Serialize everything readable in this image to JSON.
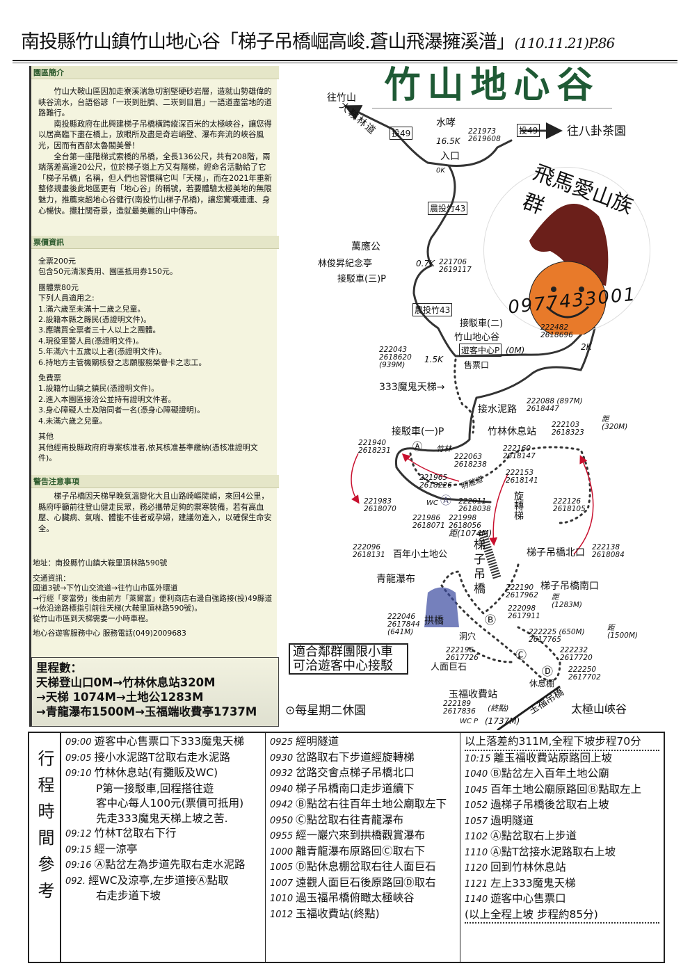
{
  "header": {
    "title": "南投縣竹山鎮竹山地心谷「梯子吊橋崛高峻.蒼山飛瀑擁溪潽」",
    "date": "(110.11.21)",
    "page": "P.86"
  },
  "intro": {
    "heading": "園區簡介",
    "paragraphs": [
      "竹山大鞍山區因加走寮溪湍急切割堅硬砂岩層，造就山勢雄偉的峽谷流水，台語俗諺「一崁到肚臍、二崁到目眉」一語道盡當地的道路難行。",
      "南投縣政府在此興建梯子吊橋橫跨縱深百米的太極峽谷，讓您得以居高臨下盡在橋上，放眼所及盡是奇岩峭壁、瀑布奔流的峽谷風光，因而有西部太魯閣美譽！",
      "全台第一座階梯式索橋的吊橋，全長136公尺，共有208階，兩端落差高達20公尺，位於梯子嶺上方又有階梯，經命名活動給了它「梯子吊橋」名稱，但人們也習慣稱它叫「天梯」，而在2021年重新整修規畫後此地區更有「地心谷」的稱號，若要體驗太極美地的無限魅力，推薦來趟地心谷健行(南投竹山梯子吊橋)，讓您驚嘆連連、身心暢快。攬壯闊奇景，造就最美麗的山中傳奇。"
    ]
  },
  "tickets": {
    "heading": "票價資訊",
    "full": [
      "全票200元",
      "包含50元清潔費用、園區抵用券150元。"
    ],
    "group_title": "團體票80元",
    "group_intro": "下列人員適用之:",
    "group_items": [
      "1.滿六歲至未滿十二歲之兒童。",
      "2.設籍本縣之縣民(憑證明文件)。",
      "3.應購買全票者三十人以上之團體。",
      "4.現役軍警人員(憑證明文件)。",
      "5.年滿六十五歲以上者(憑證明文件)。",
      "6.持地方主管機關核發之志願服務榮譽卡之志工。"
    ],
    "free_title": "免費票",
    "free_items": [
      "1.設籍竹山鎮之鎮民(憑證明文件)。",
      "2.進入本園區接洽公並持有證明文件者。",
      "3.身心障礙人士及陪同者一名(憑身心障礙證明)。",
      "4.未滿六歲之兒童。"
    ],
    "other_title": "其他",
    "other_text": "其他經南投縣政府府專案核准者,依其核准基準繳納(憑核准證明文件)。"
  },
  "warning": {
    "heading": "警告注意事項",
    "text": "梯子吊橋因天梯早晚氣溫變化大且山路崎嶇陡峭，來回4公里，縣府呼籲前往登山健走民眾，務必攜帶足夠的禦寒裝備，若有高血壓、心臟病、氣喘、體能不佳者或孕婦，建議勿進入，以確保生命安全。"
  },
  "info": {
    "address": "地址：南投縣竹山鎮大鞍里頂林路590號",
    "traffic_title": "交通資訊：",
    "traffic": [
      "國道3號→下竹山交流道→往竹山市區外環道",
      "→行經「麥當勞」後由前方「萊爾富」便利商店右邊自強路接(投)49縣道→依沿途路標指引前往天梯(大鞍里頂林路590號)。",
      "從竹山市區到天梯需要一小時車程。"
    ],
    "service": "地心谷遊客服務中心 服務電話(049)2009683"
  },
  "mileage": {
    "title": "里程數：",
    "lines": [
      "天梯登山口0M→竹林休息站320M",
      "→天梯 1074M→土地公1283M",
      "→青龍瀑布1500M→玉福端收費亭1737M"
    ]
  },
  "map": {
    "title": "竹山地心谷",
    "logo_text": "飛馬愛山族群",
    "phone": "0977433001",
    "note": [
      "適合鄰群團限小車",
      "可洽遊客中心接駁"
    ],
    "closed": "⊙每星期二休園",
    "labels": [
      "往竹山",
      "大鞍林道",
      "投49",
      "水哮",
      "221973\n2619608",
      "16.5K",
      "入口",
      "0K",
      "投49",
      "往八卦茶園",
      "農投竹43",
      "萬應公",
      "林俊昇紀念亭",
      "接駁車(三)P",
      "0.7K",
      "221706\n2619117",
      "農投竹43",
      "接駁車(二)",
      "竹山地心谷",
      "遊客中心P",
      "(0M)",
      "售票口",
      "1.5K",
      "222043\n2618620\n(939M)",
      "222482\n2618696",
      "2K",
      "333魔鬼天梯→",
      "接水泥路",
      "222088 (897M)\n2618447",
      "接駁車(一)P",
      "竹林休息站",
      "222103\n2618323",
      "距\n(320M)",
      "221940\n2618231",
      "Ⓐ",
      "竹林",
      "222063\n2618238",
      "221965\n2618226",
      "明隧道",
      "222160\n2618147",
      "222153\n2618141",
      "221983\n2618070",
      "WC",
      "222011\n2618038",
      "221986\n2618071",
      "221998\n2618056",
      "旋轉梯",
      "222126\n2618105",
      "距(1074M)",
      "梯子吊橋",
      "梯子吊橋北口",
      "222138\n2618084",
      "222096\n2618131",
      "百年小土地公",
      "青龍瀑布",
      "222190\n2617962",
      "梯子吊橋南口",
      "距\n(1283M)",
      "222098\n2617911",
      "222046\n2617844\n(641M)",
      "拱橋",
      "洞穴",
      "222225 (650M)\n2617765",
      "距\n(1500M)",
      "222196\n2617726",
      "人面巨石",
      "222232\n2617720",
      "休息棚",
      "222250\n2617702",
      "玉福吊橋",
      "太極山峽谷",
      "玉福收費站",
      "(終點)",
      "222189\n2617836",
      "WC P",
      "(1737M)",
      "Ⓑ",
      "Ⓒ",
      "Ⓓ",
      "Ⓐ"
    ]
  },
  "schedule": {
    "heading": "行程時間參考",
    "col1": [
      {
        "t": "09:00",
        "d": "遊客中心售票口下333魔鬼天梯"
      },
      {
        "t": "09:05",
        "d": "接小水泥路T岔取右走水泥路"
      },
      {
        "t": "09:10",
        "d": "竹林休息站(有攤販及WC)"
      },
      {
        "t": "",
        "d": "P第一接駁車,回程搭往遊"
      },
      {
        "t": "",
        "d": "客中心每人100元(票價可抵用)"
      },
      {
        "t": "",
        "d": "先走333魔鬼天梯上坡之苦."
      },
      {
        "t": "09:12",
        "d": "竹林T岔取右下行"
      },
      {
        "t": "09:15",
        "d": "經一涼亭"
      },
      {
        "t": "09:16",
        "d": "Ⓐ點岔左為步道先取右走水泥路"
      },
      {
        "t": "092.",
        "d": "經WC及涼亭,左步道接Ⓐ點取"
      },
      {
        "t": "",
        "d": "右走步道下坡"
      }
    ],
    "col2": [
      {
        "t": "0925",
        "d": "經明隧道"
      },
      {
        "t": "0930",
        "d": "岔路取右下步道經旋轉梯"
      },
      {
        "t": "0932",
        "d": "岔路交會点梯子吊橋北口"
      },
      {
        "t": "0940",
        "d": "梯子吊橋南口走步道續下"
      },
      {
        "t": "0942",
        "d": "Ⓑ點岔右往百年土地公廟取左下"
      },
      {
        "t": "0950",
        "d": "Ⓒ點岔取右往青龍瀑布"
      },
      {
        "t": "0955",
        "d": "經一巖穴來到拱橋觀賞瀑布"
      },
      {
        "t": "1000",
        "d": "離青龍瀑布原路回Ⓒ取右下"
      },
      {
        "t": "1005",
        "d": "Ⓓ點休息棚岔取右往人面巨石"
      },
      {
        "t": "1007",
        "d": "遠觀人面巨石後原路回Ⓓ取右"
      },
      {
        "t": "1010",
        "d": "過玉福吊橋俯瞰太極峽谷"
      },
      {
        "t": "1012",
        "d": "玉福收費站(終點)"
      }
    ],
    "col3_head": "以上落差約311M,全程下坡步程70分",
    "col3": [
      {
        "t": "10:15",
        "d": "離玉福收費站原路回上坡"
      },
      {
        "t": "1040",
        "d": "Ⓑ點岔左入百年土地公廟"
      },
      {
        "t": "1045",
        "d": "百年土地公廟原路回Ⓑ點取左上"
      },
      {
        "t": "1052",
        "d": "過梯子吊橋後岔取右上坡"
      },
      {
        "t": "1057",
        "d": "過明隧道"
      },
      {
        "t": "1102",
        "d": "Ⓐ點岔取右上步道"
      },
      {
        "t": "1110",
        "d": "Ⓐ點T岔接水泥路取右上坡"
      },
      {
        "t": "1120",
        "d": "回到竹林休息站"
      },
      {
        "t": "1121",
        "d": "左上333魔鬼天梯"
      },
      {
        "t": "1140",
        "d": "遊客中心售票口"
      }
    ],
    "col3_foot": "(以上全程上坡 步程約85分)"
  },
  "colors": {
    "title_green": "#1f5a35",
    "panel_bg": "#f4f4df",
    "horse": "#6b1f1a",
    "face": "#e87a2a",
    "arrow_red": "#c8102e"
  }
}
